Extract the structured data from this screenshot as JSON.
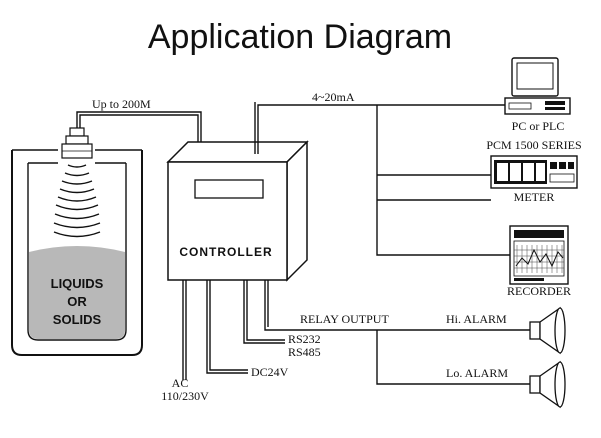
{
  "title": "Application Diagram",
  "labels": {
    "up_to": "Up to 200M",
    "signal": "4~20mA",
    "controller": "CONTROLLER",
    "tank_line1": "LIQUIDS",
    "tank_line2": "OR",
    "tank_line3": "SOLIDS",
    "pc": "PC or PLC",
    "pcm_series": "PCM 1500 SERIES",
    "meter": "METER",
    "recorder": "RECORDER",
    "relay_output": "RELAY OUTPUT",
    "hi_alarm": "Hi. ALARM",
    "lo_alarm": "Lo. ALARM",
    "rs232": "RS232",
    "rs485": "RS485",
    "dc24v": "DC24V",
    "ac": "AC",
    "ac_volt": "110/230V"
  },
  "icons": [
    "tank-icon",
    "ultrasonic-sensor-icon",
    "controller-icon",
    "computer-icon",
    "meter-icon",
    "recorder-icon",
    "speaker-icon"
  ]
}
